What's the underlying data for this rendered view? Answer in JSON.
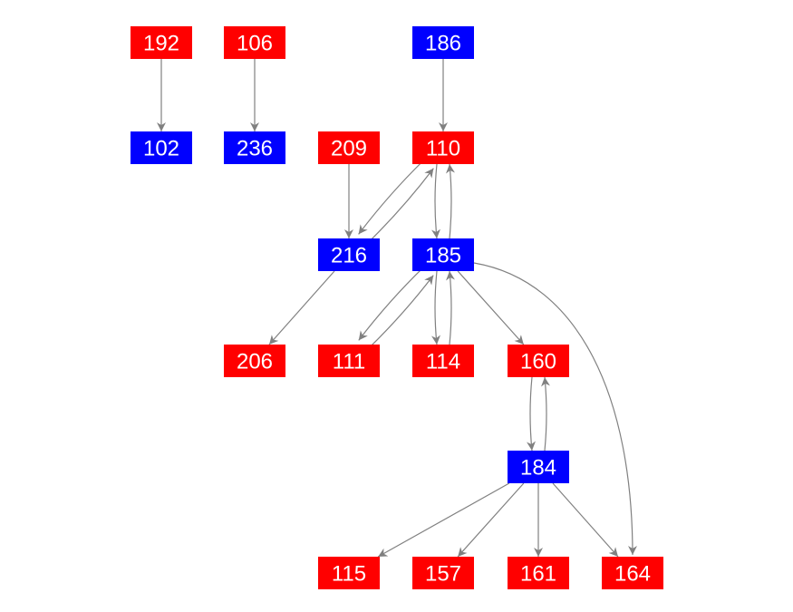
{
  "colors": {
    "red": "#ff0000",
    "blue": "#0000ff",
    "edge": "#808080"
  },
  "nodes": [
    {
      "id": "192",
      "label": "192",
      "color": "red"
    },
    {
      "id": "106",
      "label": "106",
      "color": "red"
    },
    {
      "id": "186",
      "label": "186",
      "color": "blue"
    },
    {
      "id": "102",
      "label": "102",
      "color": "blue"
    },
    {
      "id": "236",
      "label": "236",
      "color": "blue"
    },
    {
      "id": "209",
      "label": "209",
      "color": "red"
    },
    {
      "id": "110",
      "label": "110",
      "color": "red"
    },
    {
      "id": "216",
      "label": "216",
      "color": "blue"
    },
    {
      "id": "185",
      "label": "185",
      "color": "blue"
    },
    {
      "id": "206",
      "label": "206",
      "color": "red"
    },
    {
      "id": "111",
      "label": "111",
      "color": "red"
    },
    {
      "id": "114",
      "label": "114",
      "color": "red"
    },
    {
      "id": "160",
      "label": "160",
      "color": "red"
    },
    {
      "id": "184",
      "label": "184",
      "color": "blue"
    },
    {
      "id": "115",
      "label": "115",
      "color": "red"
    },
    {
      "id": "157",
      "label": "157",
      "color": "red"
    },
    {
      "id": "161",
      "label": "161",
      "color": "red"
    },
    {
      "id": "164",
      "label": "164",
      "color": "red"
    }
  ],
  "edges": [
    {
      "from": "192",
      "to": "102"
    },
    {
      "from": "106",
      "to": "236"
    },
    {
      "from": "186",
      "to": "110"
    },
    {
      "from": "209",
      "to": "216"
    },
    {
      "from": "110",
      "to": "216"
    },
    {
      "from": "216",
      "to": "110"
    },
    {
      "from": "110",
      "to": "185"
    },
    {
      "from": "185",
      "to": "110"
    },
    {
      "from": "216",
      "to": "206"
    },
    {
      "from": "185",
      "to": "111"
    },
    {
      "from": "111",
      "to": "185"
    },
    {
      "from": "185",
      "to": "114"
    },
    {
      "from": "114",
      "to": "185"
    },
    {
      "from": "185",
      "to": "160"
    },
    {
      "from": "185",
      "to": "164"
    },
    {
      "from": "160",
      "to": "184"
    },
    {
      "from": "184",
      "to": "160"
    },
    {
      "from": "184",
      "to": "115"
    },
    {
      "from": "184",
      "to": "157"
    },
    {
      "from": "184",
      "to": "161"
    },
    {
      "from": "184",
      "to": "164"
    }
  ]
}
